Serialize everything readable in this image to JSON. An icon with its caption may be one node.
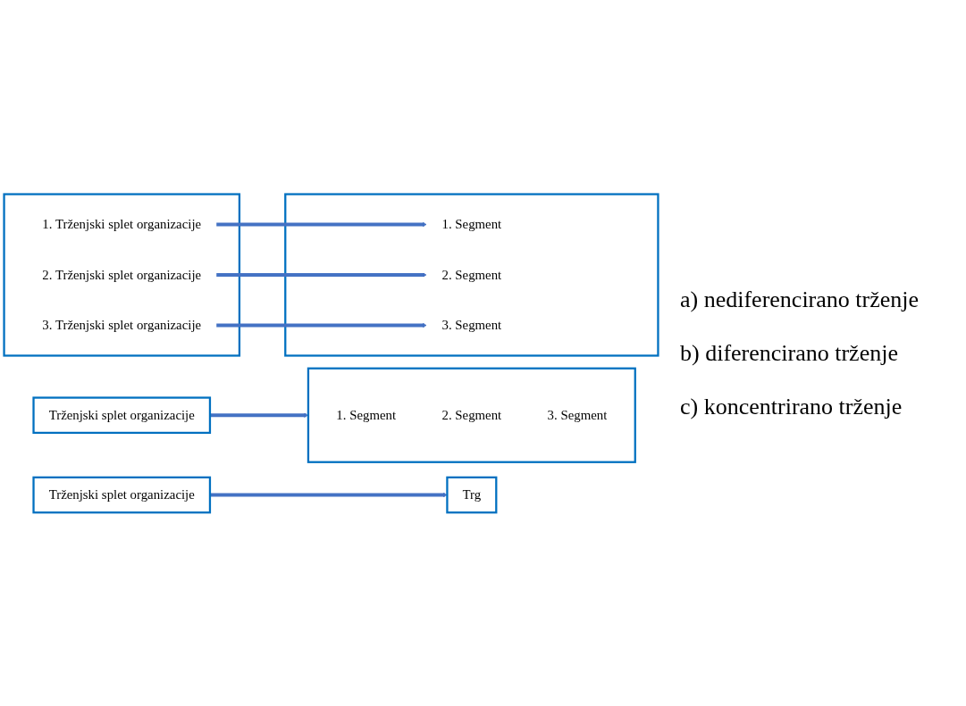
{
  "diagram": {
    "nodes": [
      {
        "text": [
          "Trženjski splet organizacije"
        ]
      },
      {
        "text": [
          "Trg"
        ]
      },
      {
        "text": [],
        "shape": "box"
      },
      {
        "text": [
          "1. Trženjski splet organizacije"
        ],
        "in": 2
      },
      {
        "text": [
          "2. Trženjski splet organizacije"
        ],
        "in": 2
      },
      {
        "text": [
          "3. Trženjski splet organizacije"
        ],
        "in": 2
      },
      {
        "text": [],
        "shape": "box"
      },
      {
        "text": [
          "1. Segment"
        ],
        "in": 6
      },
      {
        "text": [
          "2. Segment"
        ],
        "in": 6
      },
      {
        "text": [
          "3. Segment"
        ],
        "in": 6
      },
      {
        "text": [
          "Trženjski splet organizacije"
        ]
      },
      {
        "text": [],
        "shape": "box"
      },
      {
        "text": [
          "1. Segment"
        ],
        "in": 11
      },
      {
        "text": [
          "2. Segment"
        ],
        "in": 11
      },
      {
        "text": [
          "3. Segment"
        ],
        "in": 11
      }
    ],
    "edges": [
      {
        "from": 0,
        "to": 1,
        "arrow": "to"
      },
      {
        "from": 3,
        "to": 7,
        "arrow": "to"
      },
      {
        "from": 4,
        "to": 8,
        "arrow": "to"
      },
      {
        "from": 5,
        "to": 9,
        "arrow": "to"
      },
      {
        "from": 10,
        "to": 11,
        "arrow": "to"
      }
    ],
    "labels": [
      "a) nediferencirano trženje",
      "b) diferencirano trženje",
      "c) koncentrirano trženje"
    ]
  }
}
